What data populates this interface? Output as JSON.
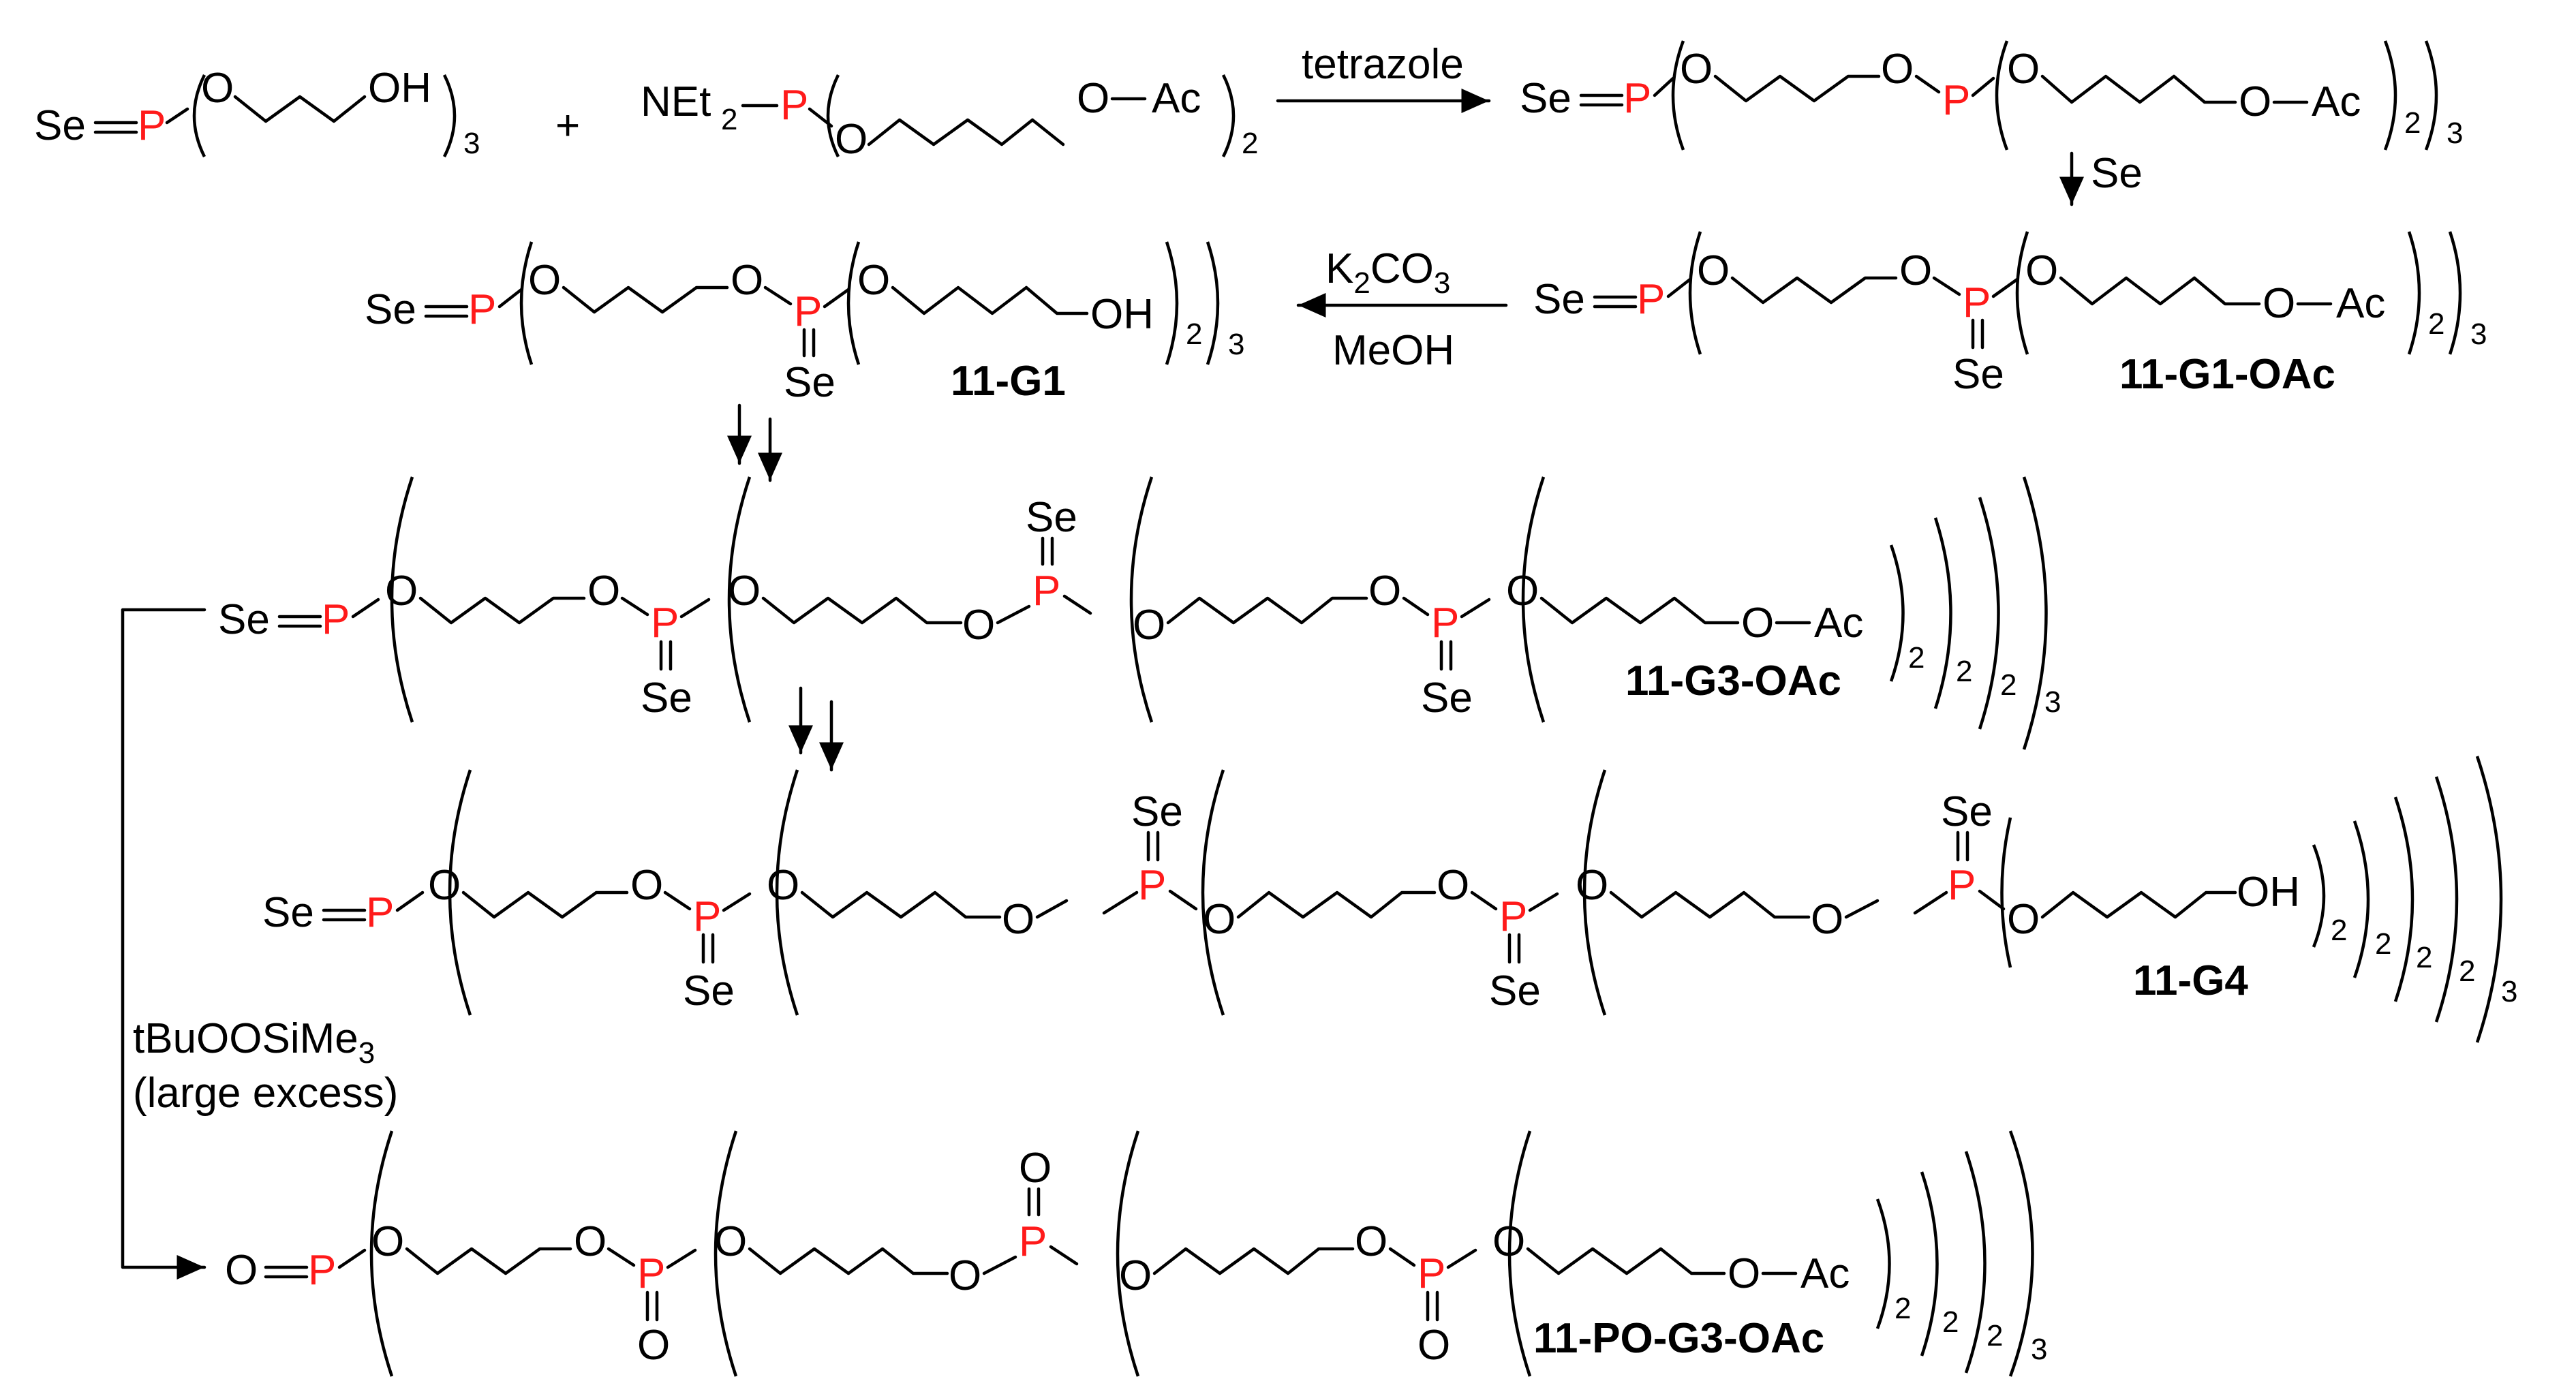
{
  "colors": {
    "phosphorus": "#ff1a1a",
    "ink": "#000000",
    "background": "#ffffff"
  },
  "atoms": {
    "Se": "Se",
    "P": "P",
    "O": "O",
    "OH": "OH",
    "Ac": "Ac",
    "NEt": "NEt",
    "two": "2"
  },
  "subscripts": {
    "two": "2",
    "three": "3"
  },
  "reagents": {
    "tetrazole": "tetrazole",
    "se": "Se",
    "k2co3_main": "K",
    "k2co3_sub": "2",
    "k2co3_tail": "CO",
    "k2co3_sub2": "3",
    "meoh": "MeOH",
    "tbuoosime3_main": "tBuOOSiMe",
    "tbuoosime3_sub": "3",
    "large_excess": "(large excess)"
  },
  "plus": "+",
  "compounds": {
    "g1": "11-G1",
    "g1_oac": "11-G1-OAc",
    "g3_oac": "11-G3-OAc",
    "g4": "11-G4",
    "po_g3_oac": "11-PO-G3-OAc"
  }
}
